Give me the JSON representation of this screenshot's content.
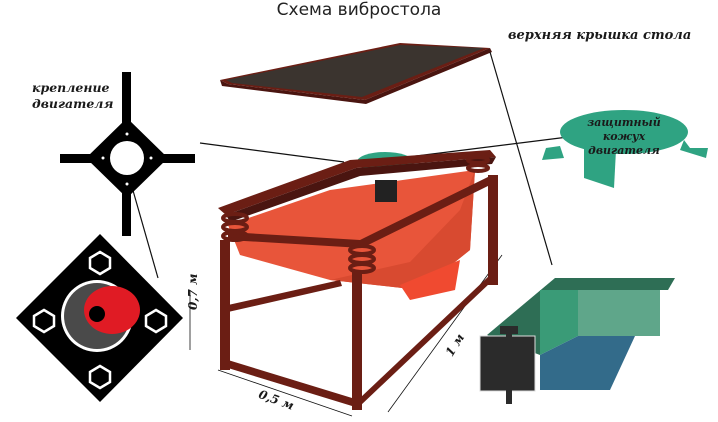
{
  "title": "Схема вибростола",
  "labels": {
    "top_cover": "верхняя крышка стола",
    "motor_mount_line1": "крепление",
    "motor_mount_line2": "двигателя",
    "motor_guard_line1": "защитный кожух",
    "motor_guard_line2": "двигателя"
  },
  "dimensions": {
    "height": "0,7 м",
    "width": "0,5 м",
    "length": "1 м"
  },
  "colors": {
    "frame": "#6b1e14",
    "tray": "#e8553a",
    "guard": "#2fa382",
    "cover": "#3b342f",
    "mount": "#000000",
    "eccentric": "#e01b24",
    "profile_dark": "#2e6e55",
    "profile_light": "#5fa68a",
    "profile_floor": "#336b8a"
  }
}
